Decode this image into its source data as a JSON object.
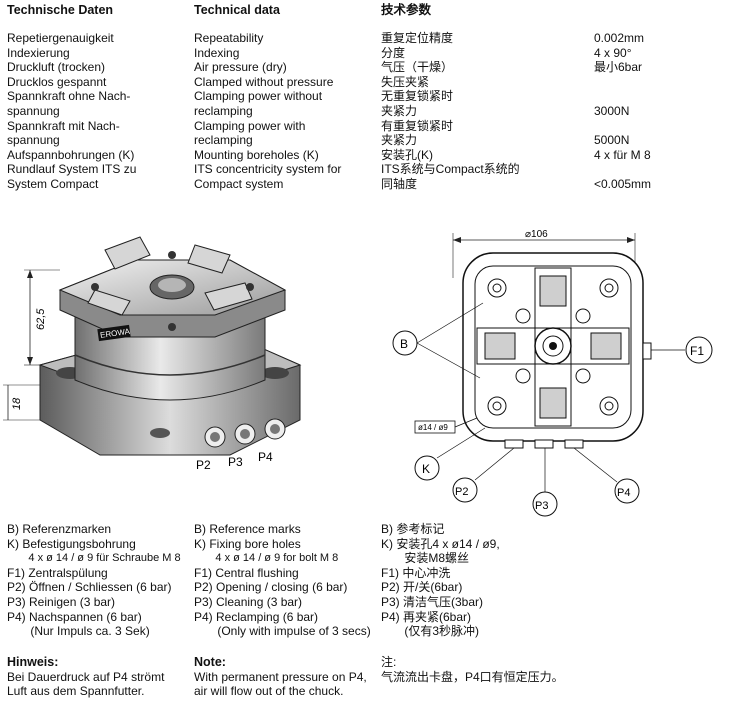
{
  "headers": {
    "de": "Technische Daten",
    "en": "Technical data",
    "zh": "技术参数"
  },
  "spec_de": [
    "Repetiergenauigkeit",
    "Indexierung",
    "Druckluft (trocken)",
    "Drucklos gespannt",
    "Spannkraft ohne Nach-",
    "spannung",
    "Spannkraft mit Nach-",
    "spannung",
    "Aufspannbohrungen (K)",
    "Rundlauf System ITS zu",
    "System Compact"
  ],
  "spec_en": [
    "Repeatability",
    "Indexing",
    "Air pressure (dry)",
    "Clamped without pressure",
    "Clamping power without",
    "reclamping",
    "Clamping power with",
    "reclamping",
    "Mounting boreholes (K)",
    "ITS concentricity system for",
    "Compact system"
  ],
  "spec_zh": [
    "重复定位精度",
    "分度",
    "气压（干燥）",
    "失压夹紧",
    "无重复锁紧时",
    "夹紧力",
    "有重复锁紧时",
    "夹紧力",
    "安装孔(K)",
    "ITS系统与Compact系统的",
    "同轴度"
  ],
  "spec_values": [
    "0.002mm",
    "4 x 90°",
    "最小6bar",
    "",
    "",
    "3000N",
    "",
    "5000N",
    "4 x für M 8",
    "",
    "<0.005mm"
  ],
  "drawing": {
    "dim_height": "62,5",
    "dim_base": "18",
    "dim_diameter": "⌀106",
    "bore_label": "ø14 / ø9",
    "brand": "EROWA",
    "port_labels_photo": [
      "P2",
      "P3",
      "P4"
    ],
    "callouts": {
      "B": "B",
      "K": "K",
      "F1": "F1",
      "P2": "P2",
      "P3": "P3",
      "P4": "P4"
    }
  },
  "legend_de": [
    "B)  Referenzmarken",
    "K)  Befestigungsbohrung",
    "       4 x ø 14 / ø 9 für Schraube M 8",
    "F1) Zentralspülung",
    "P2) Öffnen / Schliessen (6 bar)",
    "P3) Reinigen (3 bar)",
    "P4) Nachspannen (6 bar)",
    "       (Nur Impuls ca. 3 Sek)"
  ],
  "legend_en": [
    "B)  Reference marks",
    "K)  Fixing bore holes",
    "       4 x ø 14 / ø 9 for bolt M 8",
    "F1) Central flushing",
    "P2) Opening / closing (6 bar)",
    "P3) Cleaning (3 bar)",
    "P4) Reclamping (6 bar)",
    "       (Only with impulse of 3 secs)"
  ],
  "legend_zh": [
    "B)  参考标记",
    "K)  安装孔4 x ø14 / ø9,",
    "       安装M8螺丝",
    "F1) 中心冲洗",
    "P2) 开/关(6bar)",
    "P3) 清洁气压(3bar)",
    "P4) 再夹紧(6bar)",
    "       (仅有3秒脉冲)"
  ],
  "notes": {
    "de_title": "Hinweis:",
    "de_lines": [
      "Bei Dauerdruck auf P4 strömt",
      "Luft aus dem Spannfutter."
    ],
    "en_title": "Note:",
    "en_lines": [
      "With permanent pressure on P4,",
      "air will flow out of the chuck."
    ],
    "zh_title": "注:",
    "zh_lines": [
      "气流流出卡盘，P4口有恒定压力。"
    ]
  }
}
